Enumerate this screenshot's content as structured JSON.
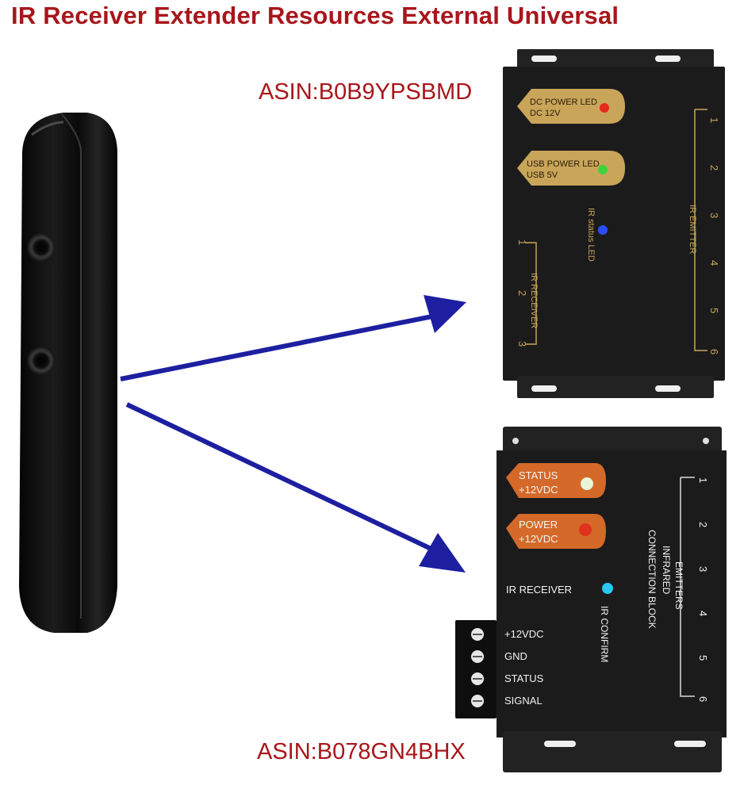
{
  "header": {
    "title": "IR Receiver Extender Resources External Universal"
  },
  "products": [
    {
      "asin": "ASIN:B0B9YPSBMD",
      "badges": [
        {
          "line1": "DC POWER LED",
          "line2": "DC 12V",
          "led_color": "#e52a1e"
        },
        {
          "line1": "USB POWER LED",
          "line2": "USB 5V",
          "led_color": "#3fd33a"
        }
      ],
      "status_led_label": "IR status LED",
      "status_led_color": "#2b4dff",
      "emitter_label": "IR EMITTER",
      "emitter_ports": [
        "1",
        "2",
        "3",
        "4",
        "5",
        "6"
      ],
      "receiver_label": "IR RECEIVER",
      "receiver_ports": [
        "1",
        "2",
        "3"
      ]
    },
    {
      "asin": "ASIN:B078GN4BHX",
      "badges": [
        {
          "line1": "STATUS",
          "line2": "+12VDC",
          "led_color": "#e9f5d8"
        },
        {
          "line1": "POWER",
          "line2": "+12VDC",
          "led_color": "#e0311d"
        }
      ],
      "receiver_label": "IR RECEIVER",
      "receiver_led_color": "#29c8f0",
      "confirm_label": "IR CONFIRM",
      "block_label_line1": "INFRARED",
      "block_label_line2": "CONNECTION BLOCK",
      "emitters_label": "EMITTERS",
      "emitter_ports": [
        "1",
        "2",
        "3",
        "4",
        "5",
        "6"
      ],
      "terminal_labels": [
        "+12VDC",
        "GND",
        "STATUS",
        "SIGNAL"
      ]
    }
  ],
  "colors": {
    "title": "#a8161b",
    "arrow": "#1d1fa0",
    "panel": "#1b1b1b",
    "gold": "#c9a55a",
    "orange_badge": "#d4692a"
  }
}
